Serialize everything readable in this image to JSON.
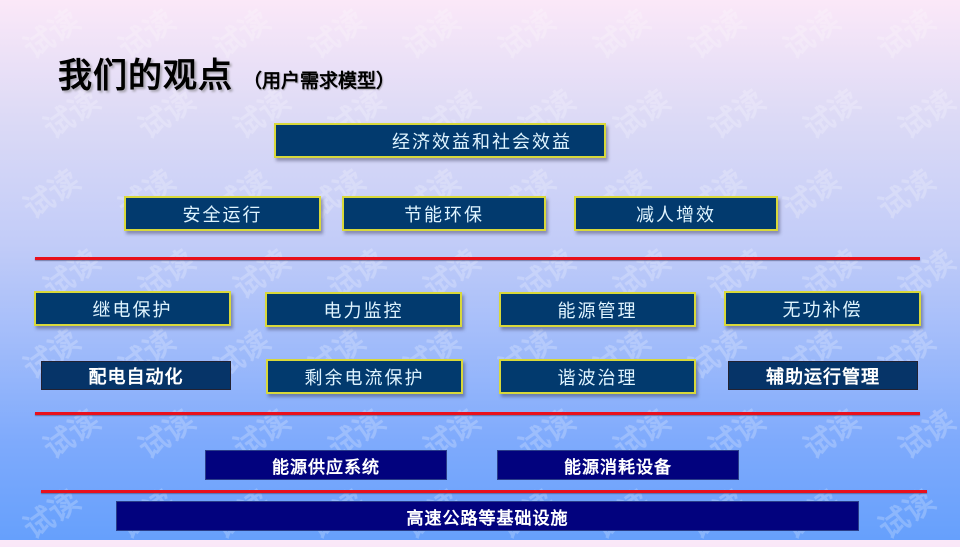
{
  "slide": {
    "title": "我们的观点",
    "subtitle": "（用户需求模型）",
    "watermark_text": "试读"
  },
  "colors": {
    "box_fill": "#023a6e",
    "box_border": "#d8d83a",
    "base_box_fill": "#02027e",
    "separator": "#e8101c",
    "bg_top": "#fbe8f8",
    "bg_bottom": "#66a0fc"
  },
  "diagram": {
    "tier1_goal": {
      "label": "经济效益和社会效益"
    },
    "tier2_benefits": [
      {
        "label": "安全运行"
      },
      {
        "label": "节能环保"
      },
      {
        "label": "减人增效"
      }
    ],
    "tier3_functions_row1": [
      {
        "label": "继电保护"
      },
      {
        "label": "电力监控"
      },
      {
        "label": "能源管理"
      },
      {
        "label": "无功补偿"
      }
    ],
    "tier3_functions_row2": [
      {
        "label": "配电自动化"
      },
      {
        "label": "剩余电流保护"
      },
      {
        "label": "谐波治理"
      },
      {
        "label": "辅助运行管理"
      }
    ],
    "tier4_systems": [
      {
        "label": "能源供应系统"
      },
      {
        "label": "能源消耗设备"
      }
    ],
    "tier5_base": {
      "label": "高速公路等基础设施"
    }
  }
}
